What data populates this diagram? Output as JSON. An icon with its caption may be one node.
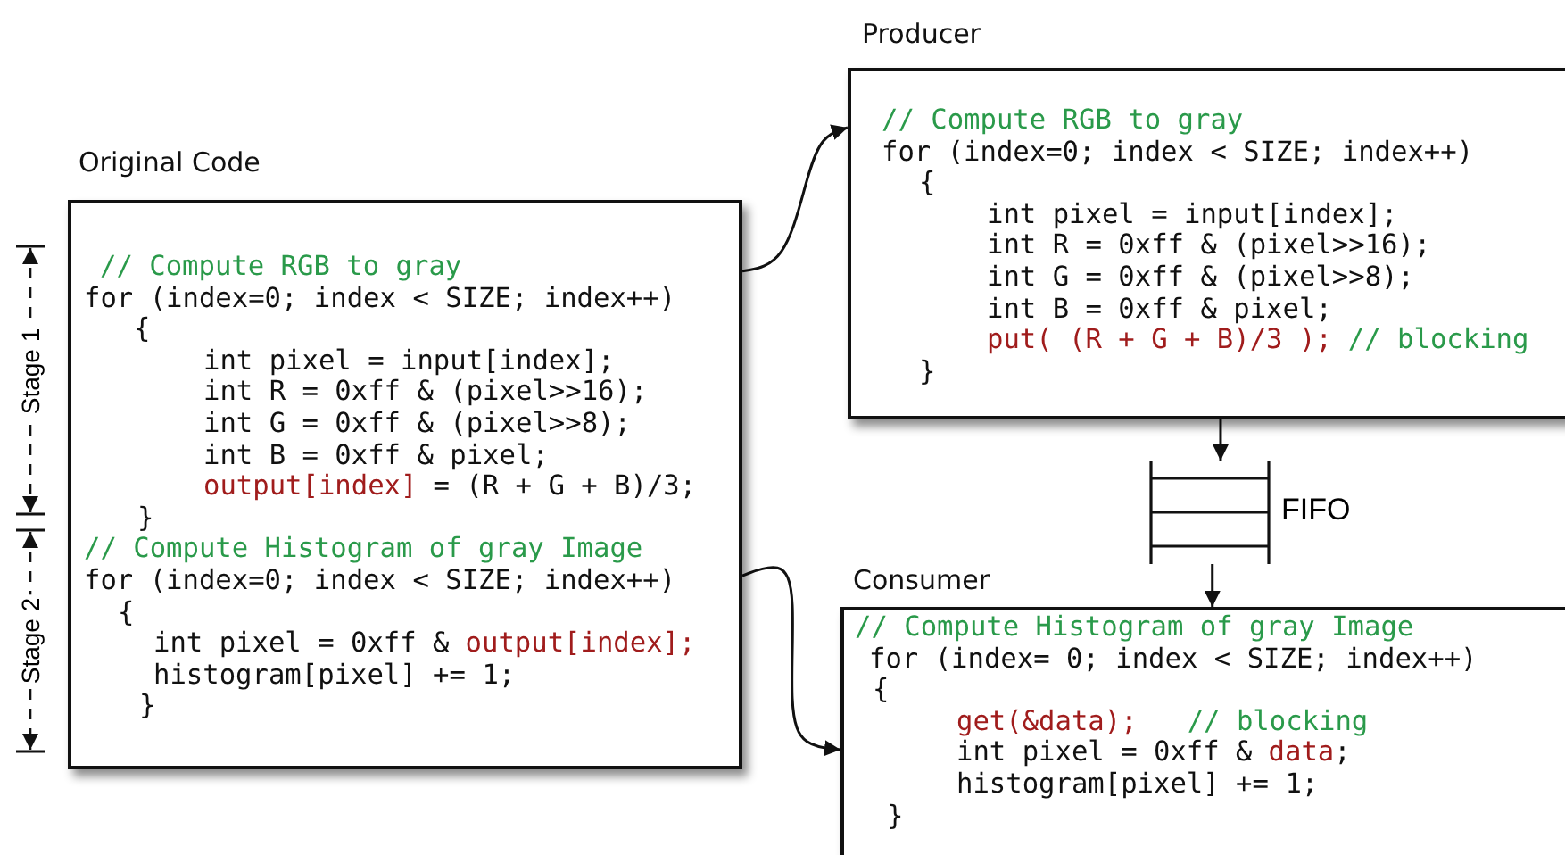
{
  "diagram": {
    "nodes": [
      {
        "text": [
          "Original Code",
          "// Compute RGB to gray",
          "for (index=0; index < SIZE; index++)",
          "{",
          "int pixel = input[index];",
          "int R = 0xff & (pixel>>16);",
          "int G = 0xff & (pixel>>8);",
          "int B = 0xff & pixel;",
          "output[index]",
          "= (R + G + B)/3;",
          "}",
          "// Compute Histogram of gray Image",
          "for (index=0; index < SIZE; index++)",
          "{",
          "int pixel = 0xff &",
          "output[index];",
          "histogram[pixel] += 1;",
          "}"
        ]
      },
      {
        "text": [
          "Producer",
          "// Compute RGB to gray",
          "for (index=0; index < SIZE; index++)",
          "{",
          "int pixel = input[index];",
          "int R = 0xff & (pixel>>16);",
          "int G = 0xff & (pixel>>8);",
          "int B = 0xff & pixel;",
          "put( (R + G + B)/3 );",
          "// blocking",
          "}"
        ]
      },
      {
        "text": [],
        "shape": "box",
        "beside": [
          "FIFO"
        ]
      },
      {
        "text": [
          "Consumer",
          "// Compute Histogram of gray Image",
          "for (index= 0; index < SIZE; index++)",
          "{",
          "get(&data);",
          "// blocking",
          "int pixel = 0xff &",
          "data",
          ";",
          "histogram[pixel] += 1;",
          "}"
        ]
      }
    ],
    "edges": [
      {
        "from": 0,
        "to": 1,
        "arrow": "to"
      },
      {
        "from": 0,
        "to": 3,
        "arrow": "to"
      },
      {
        "from": 1,
        "to": 2,
        "arrow": "to"
      },
      {
        "from": 2,
        "to": 3,
        "arrow": "to"
      }
    ],
    "labels": [
      "Stage 1",
      "Stage 2"
    ]
  }
}
